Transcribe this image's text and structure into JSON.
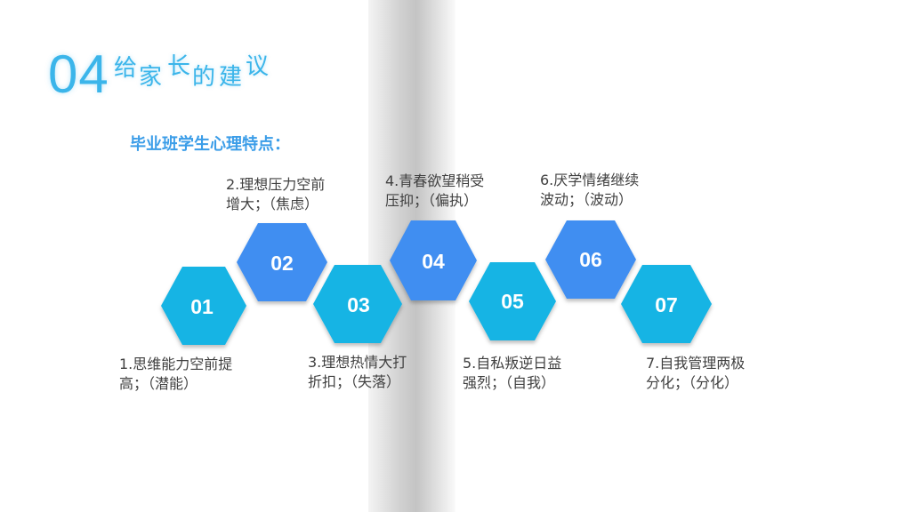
{
  "heading": {
    "number": "04",
    "title_parts": [
      "给",
      "家",
      "长",
      "的",
      "建",
      "议"
    ]
  },
  "subtitle": "毕业班学生心理特点：",
  "colors": {
    "cyan": "#17b4e4",
    "blue": "#3f8ef1",
    "heading": "#3bb5ea"
  },
  "hexagons": [
    {
      "label": "01",
      "color": "cyan"
    },
    {
      "label": "02",
      "color": "blue"
    },
    {
      "label": "03",
      "color": "cyan"
    },
    {
      "label": "04",
      "color": "blue"
    },
    {
      "label": "05",
      "color": "cyan"
    },
    {
      "label": "06",
      "color": "blue"
    },
    {
      "label": "07",
      "color": "cyan"
    }
  ],
  "notes": [
    {
      "line1": "1.思维能力空前提",
      "line2": "高；（潜能）"
    },
    {
      "line1": "2.理想压力空前",
      "line2": "增大；（焦虑）"
    },
    {
      "line1": "3.理想热情大打",
      "line2": "折扣；（失落）"
    },
    {
      "line1": "4.青春欲望稍受",
      "line2": "压抑；（偏执）"
    },
    {
      "line1": "5.自私叛逆日益",
      "line2": "强烈；（自我）"
    },
    {
      "line1": "6.厌学情绪继续",
      "line2": "波动；（波动）"
    },
    {
      "line1": "7.自我管理两极",
      "line2": "分化；（分化）"
    }
  ]
}
